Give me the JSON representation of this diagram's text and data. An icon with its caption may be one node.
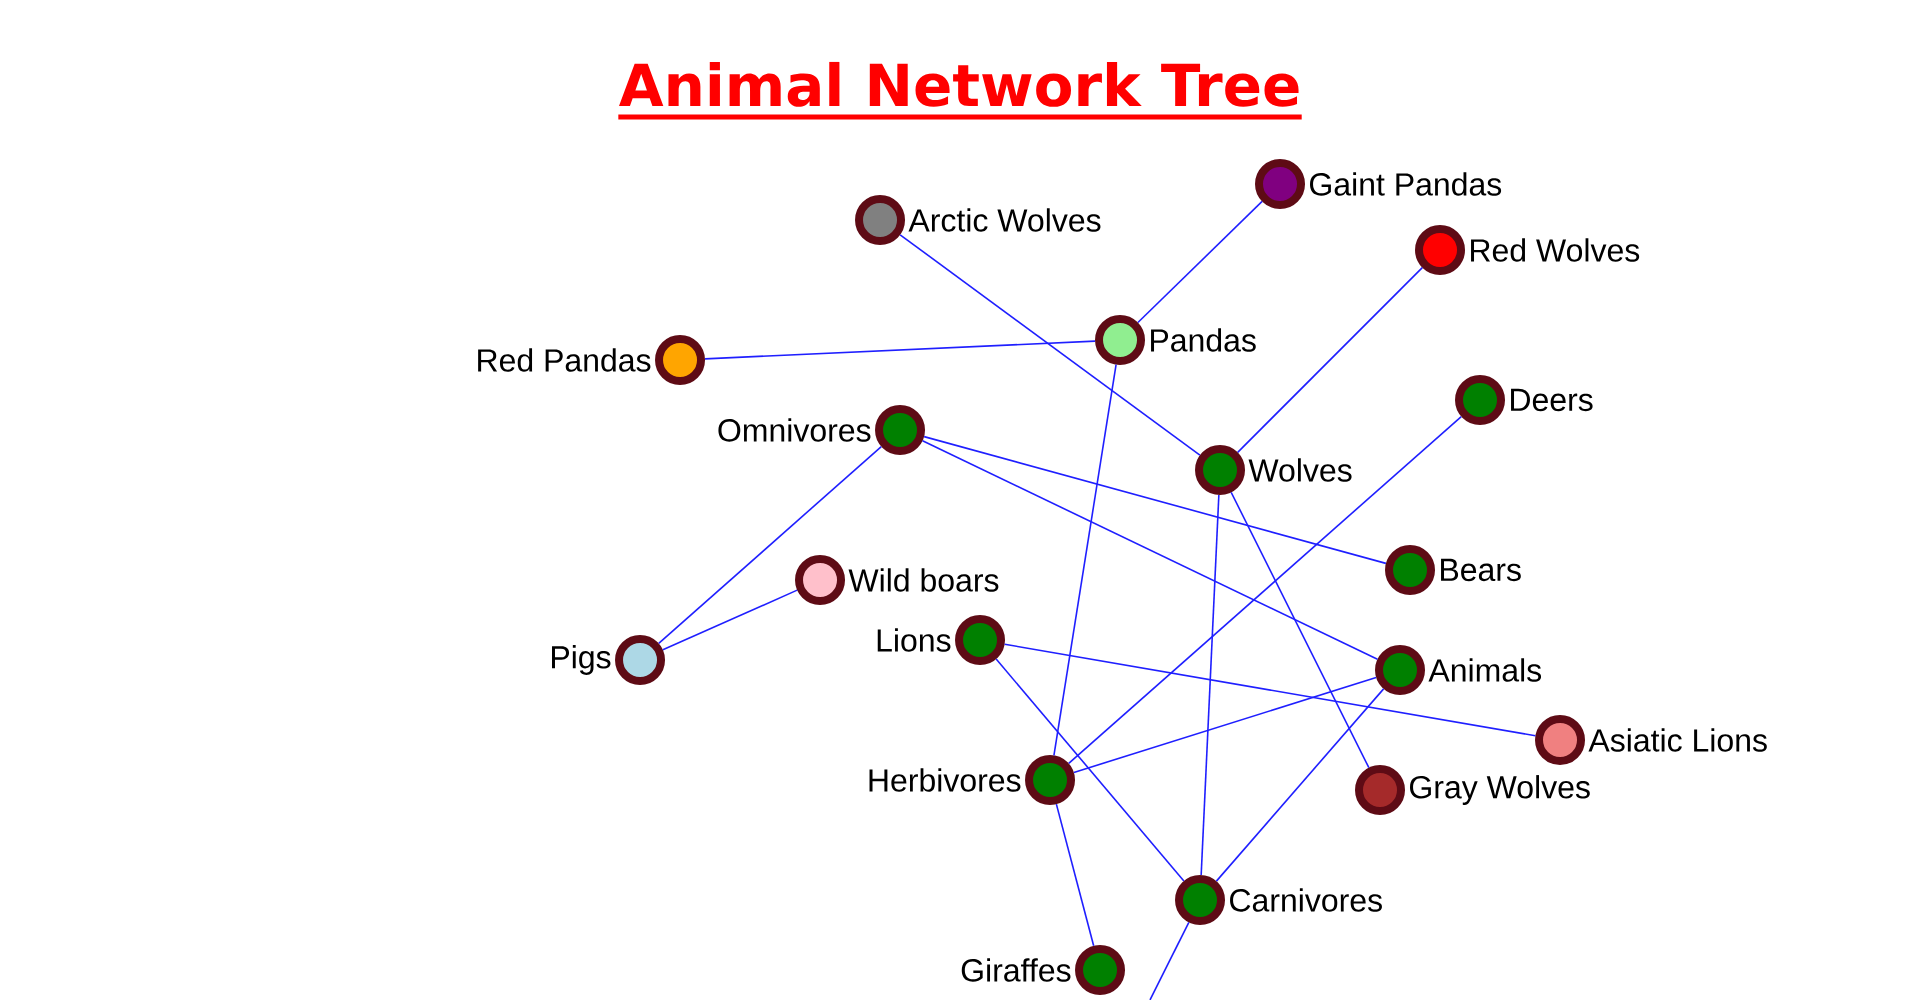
{
  "diagram": {
    "title": "Animal Network Tree",
    "nodes": [
      {
        "text": [
          "Red Wolves"
        ]
      },
      {
        "text": [
          "Arctic Wolves"
        ]
      },
      {
        "text": [
          "Red Pandas"
        ]
      },
      {
        "text": [
          "Pandas"
        ]
      },
      {
        "text": [
          "Omnivores"
        ]
      },
      {
        "text": [
          "Deers"
        ]
      },
      {
        "text": [
          "Wild boars"
        ]
      },
      {
        "text": [
          "Wolves"
        ]
      },
      {
        "text": [
          "Bears"
        ]
      },
      {
        "text": [
          "Animals"
        ]
      },
      {
        "text": [
          "Lions"
        ]
      },
      {
        "text": [
          "Asiatic Lions"
        ]
      },
      {
        "text": [
          "Pigs"
        ]
      },
      {
        "text": [
          "Gaint Pandas"
        ]
      },
      {
        "text": [
          "Gray Wolves"
        ]
      },
      {
        "text": [
          "Herbivores"
        ]
      },
      {
        "text": [
          "Carnivores"
        ]
      },
      {
        "text": [
          "Giraffes"
        ]
      }
    ],
    "edges": [
      {
        "from": 9,
        "to": 15,
        "arrow": "none"
      },
      {
        "from": 9,
        "to": 16,
        "arrow": "none"
      },
      {
        "from": 9,
        "to": 4,
        "arrow": "none"
      },
      {
        "from": 15,
        "to": 5,
        "arrow": "none"
      },
      {
        "from": 15,
        "to": 17,
        "arrow": "none"
      },
      {
        "from": 15,
        "to": 3,
        "arrow": "none"
      },
      {
        "from": 16,
        "to": 10,
        "arrow": "none"
      },
      {
        "from": 16,
        "to": 7,
        "arrow": "none"
      },
      {
        "from": 16,
        "to": null,
        "arrow": "none"
      },
      {
        "from": 4,
        "to": 8,
        "arrow": "none"
      },
      {
        "from": 4,
        "to": 12,
        "arrow": "none"
      },
      {
        "from": 3,
        "to": 13,
        "arrow": "none"
      },
      {
        "from": 3,
        "to": 2,
        "arrow": "none"
      },
      {
        "from": 10,
        "to": 11,
        "arrow": "none"
      },
      {
        "from": 7,
        "to": 0,
        "arrow": "none"
      },
      {
        "from": 7,
        "to": 1,
        "arrow": "none"
      },
      {
        "from": 7,
        "to": 14,
        "arrow": "none"
      },
      {
        "from": 12,
        "to": 6,
        "arrow": "none"
      }
    ]
  }
}
